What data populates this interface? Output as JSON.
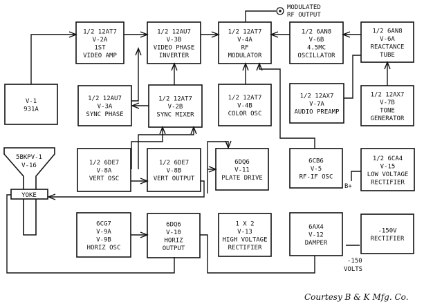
{
  "blocks": [
    {
      "id": "v2a",
      "lines": [
        "1/2 12AT7",
        "V-2A",
        "1ST",
        "VIDEO AMP"
      ]
    },
    {
      "id": "v3b",
      "lines": [
        "1/2 12AU7",
        "V-3B",
        "VIDEO PHASE",
        "INVERTER"
      ]
    },
    {
      "id": "v4a",
      "lines": [
        "1/2 12AT7",
        "V-4A",
        "RF",
        "MODULATOR"
      ]
    },
    {
      "id": "v6b",
      "lines": [
        "1/2 6AN8",
        "V-6B",
        "4.5MC",
        "OSCILLATOR"
      ]
    },
    {
      "id": "v6a",
      "lines": [
        "1/2 6AN8",
        "V-6A",
        "REACTANCE",
        "TUBE"
      ]
    },
    {
      "id": "v1",
      "lines": [
        "V-1",
        "931A"
      ]
    },
    {
      "id": "v3a",
      "lines": [
        "1/2 12AU7",
        "V-3A",
        "SYNC PHASE"
      ]
    },
    {
      "id": "v2b",
      "lines": [
        "1/2 12AT7",
        "V-2B",
        "SYNC MIXER"
      ]
    },
    {
      "id": "v4b",
      "lines": [
        "1/2 12AT7",
        "V-4B",
        "COLOR OSC"
      ]
    },
    {
      "id": "v7a",
      "lines": [
        "1/2 12AX7",
        "V-7A",
        "AUDIO PREAMP"
      ]
    },
    {
      "id": "v7b",
      "lines": [
        "1/2 12AX7",
        "V-7B",
        "TONE",
        "GENERATOR"
      ]
    },
    {
      "id": "v8a",
      "lines": [
        "1/2 6DE7",
        "V-8A",
        "VERT OSC"
      ]
    },
    {
      "id": "v8b",
      "lines": [
        "1/2 6DE7",
        "V-8B",
        "VERT OUTPUT"
      ]
    },
    {
      "id": "v11",
      "lines": [
        "6DQ6",
        "V-11",
        "PLATE DRIVE"
      ]
    },
    {
      "id": "v5",
      "lines": [
        "6CB6",
        "V-5",
        "RF-IF OSC"
      ]
    },
    {
      "id": "v15",
      "lines": [
        "1/2 6CA4",
        "V-15",
        "LOW VOLTAGE",
        "RECTIFIER"
      ]
    },
    {
      "id": "v9",
      "lines": [
        "6CG7",
        "V-9A",
        "V-9B",
        "HORIZ OSC"
      ]
    },
    {
      "id": "v10",
      "lines": [
        "6DQ6",
        "V-10",
        "HORIZ",
        "OUTPUT"
      ]
    },
    {
      "id": "v13",
      "lines": [
        "1 X 2",
        "V-13",
        "HIGH VOLTAGE",
        "RECTIFIER"
      ]
    },
    {
      "id": "v12",
      "lines": [
        "6AX4",
        "V-12",
        "DAMPER"
      ]
    },
    {
      "id": "rect150",
      "lines": [
        "-150V",
        "RECTIFIER"
      ]
    }
  ],
  "crt": {
    "lines": [
      "5BKPV-1",
      "V-16"
    ],
    "yoke_label": "YOKE"
  },
  "labels": {
    "rf_output": [
      "MODULATED",
      "RF OUTPUT"
    ],
    "b_plus": "B+",
    "minus150": [
      "-150",
      "VOLTS"
    ],
    "credit": "Courtesy B & K Mfg. Co."
  }
}
